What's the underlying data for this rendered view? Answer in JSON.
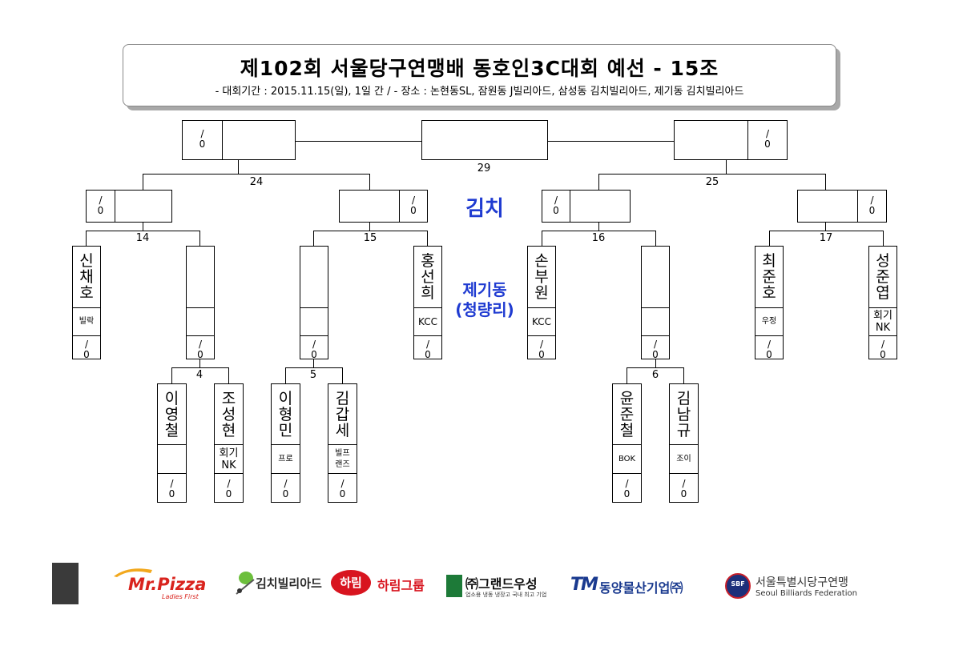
{
  "header": {
    "title": "제102회 서울당구연맹배 동호인3C대회 예선 - 15조",
    "subtitle": "- 대회기간 : 2015.11.15(일), 1일 간 / - 장소 : 논현동SL, 잠원동 J빌리아드, 삼성동 김치빌리아드, 제기동 김치빌리아드"
  },
  "score_placeholder": "/\n0",
  "match_numbers": {
    "m4": "4",
    "m5": "5",
    "m6": "6",
    "m14": "14",
    "m15": "15",
    "m16": "16",
    "m17": "17",
    "m24": "24",
    "m25": "25",
    "m29": "29"
  },
  "venue": {
    "main": "김치",
    "sub_line1": "제기동",
    "sub_line2": "(청량리)"
  },
  "players": {
    "p14a": {
      "name": "신\n채\n호",
      "club": "빌락"
    },
    "p14b": {
      "name": "",
      "club": ""
    },
    "p15a": {
      "name": "",
      "club": ""
    },
    "p15b": {
      "name": "홍\n선\n희",
      "club": "KCC"
    },
    "p16a": {
      "name": "손\n부\n원",
      "club": "KCC"
    },
    "p16b": {
      "name": "",
      "club": ""
    },
    "p17a": {
      "name": "최\n준\n호",
      "club": "우정"
    },
    "p17b": {
      "name": "성\n준\n엽",
      "club": "회기\nNK"
    },
    "p4a": {
      "name": "이\n영\n철",
      "club": ""
    },
    "p4b": {
      "name": "조\n성\n현",
      "club": "회기\nNK"
    },
    "p5a": {
      "name": "이\n형\n민",
      "club": "프로"
    },
    "p5b": {
      "name": "김\n갑\n세",
      "club": "빌프\n랜즈"
    },
    "p6a": {
      "name": "윤\n준\n철",
      "club": "BOK"
    },
    "p6b": {
      "name": "김\n남\n규",
      "club": "조이"
    }
  },
  "sponsors": {
    "mrpizza": "Mr.Pizza",
    "mrpizza_sub": "Ladies First",
    "kimchi": "김치빌리아드",
    "harim_badge": "하림",
    "harim": "하림그룹",
    "grand": "㈜그랜드우성",
    "grand_sub": "업소용 냉동 냉장고 국내 최고 기업",
    "dongyang_mark": "TM",
    "dongyang": "동양물산기업㈜",
    "sbf_mark": "SBF",
    "sbf": "서울특별시당구연맹",
    "sbf_en": "Seoul Billiards Federation"
  },
  "colors": {
    "venue": "#1f3bd1",
    "mrpizza_red": "#d9231d",
    "mrpizza_yellow": "#f2a81d",
    "harim_red": "#d8141f",
    "dongyang_blue": "#1a3a8f",
    "grand_green": "#1d7a38",
    "sbf_navy": "#1c2f7a"
  }
}
